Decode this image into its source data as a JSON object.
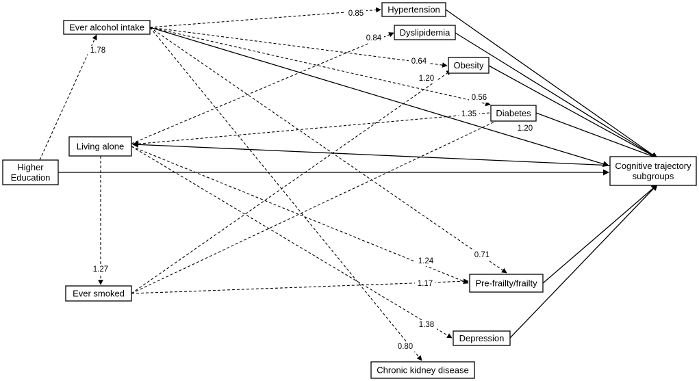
{
  "nodes": {
    "higher_education": [
      "Higher",
      "Education"
    ],
    "ever_alcohol": [
      "Ever alcohol intake"
    ],
    "living_alone": [
      "Living alone"
    ],
    "ever_smoked": [
      "Ever smoked"
    ],
    "hypertension": [
      "Hypertension"
    ],
    "dyslipidemia": [
      "Dyslipidemia"
    ],
    "obesity": [
      "Obesity"
    ],
    "diabetes": [
      "Diabetes"
    ],
    "cognitive": [
      "Cognitive trajectory",
      "subgroups"
    ],
    "frailty": [
      "Pre-frailty/frailty"
    ],
    "depression": [
      "Depression"
    ],
    "ckd": [
      "Chronic kidney disease"
    ]
  },
  "edges": [
    {
      "from": "higher_education",
      "to": "ever_alcohol",
      "style": "dashed",
      "coef": "1.78"
    },
    {
      "from": "higher_education",
      "to": "cognitive",
      "style": "solid",
      "coef": ""
    },
    {
      "from": "ever_alcohol",
      "to": "hypertension",
      "style": "dashed",
      "coef": "0.85"
    },
    {
      "from": "ever_alcohol",
      "to": "obesity",
      "style": "dashed",
      "coef": "0.64"
    },
    {
      "from": "ever_alcohol",
      "to": "diabetes",
      "style": "dashed",
      "coef": "0.56"
    },
    {
      "from": "ever_alcohol",
      "to": "frailty",
      "style": "dashed",
      "coef": "0.71"
    },
    {
      "from": "ever_alcohol",
      "to": "ckd",
      "style": "dashed",
      "coef": "0.80"
    },
    {
      "from": "ever_alcohol",
      "to": "cognitive",
      "style": "solid",
      "coef": ""
    },
    {
      "from": "living_alone",
      "to": "dyslipidemia",
      "style": "dashed",
      "coef": "0.84"
    },
    {
      "from": "diabetes",
      "to": "living_alone",
      "style": "dashed",
      "coef": "1.35"
    },
    {
      "from": "living_alone",
      "to": "ever_smoked",
      "style": "dashed",
      "coef": "1.27"
    },
    {
      "from": "living_alone",
      "to": "frailty",
      "style": "dashed",
      "coef": "1.24"
    },
    {
      "from": "living_alone",
      "to": "depression",
      "style": "dashed",
      "coef": "1.38"
    },
    {
      "from": "cognitive",
      "to": "living_alone",
      "style": "solid",
      "coef": ""
    },
    {
      "from": "ever_smoked",
      "to": "obesity",
      "style": "dashed",
      "coef": "1.20"
    },
    {
      "from": "ever_smoked",
      "to": "diabetes",
      "style": "dashed",
      "coef": "1.20"
    },
    {
      "from": "ever_smoked",
      "to": "frailty",
      "style": "dashed",
      "coef": "1.17"
    },
    {
      "from": "hypertension",
      "to": "cognitive",
      "style": "solid",
      "coef": ""
    },
    {
      "from": "dyslipidemia",
      "to": "cognitive",
      "style": "solid",
      "coef": ""
    },
    {
      "from": "obesity",
      "to": "cognitive",
      "style": "solid",
      "coef": ""
    },
    {
      "from": "diabetes",
      "to": "cognitive",
      "style": "solid",
      "coef": ""
    },
    {
      "from": "frailty",
      "to": "cognitive",
      "style": "solid",
      "coef": ""
    },
    {
      "from": "depression",
      "to": "cognitive",
      "style": "solid",
      "coef": ""
    }
  ]
}
